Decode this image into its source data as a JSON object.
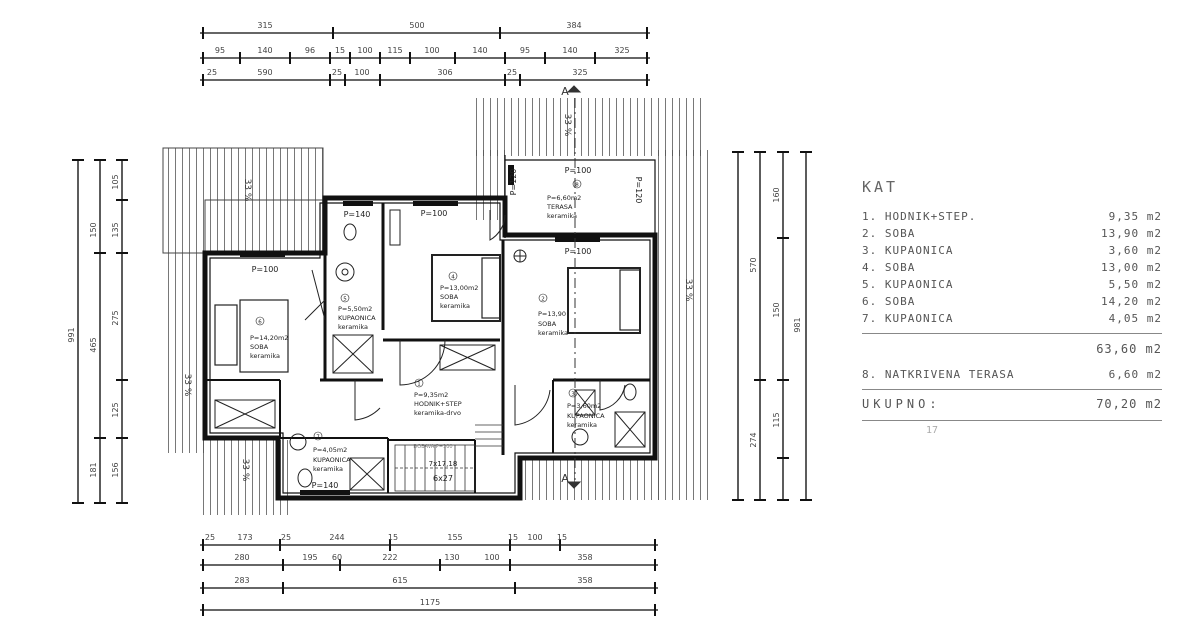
{
  "legend": {
    "title": "KAT",
    "rows": [
      {
        "label": "1.  HODNIK+STEP.",
        "area": "9,35  m2"
      },
      {
        "label": "2.  SOBA",
        "area": "13,90  m2"
      },
      {
        "label": "3.  KUPAONICA",
        "area": "3,60  m2"
      },
      {
        "label": "4.  SOBA",
        "area": "13,00  m2"
      },
      {
        "label": "5.  KUPAONICA",
        "area": "5,50  m2"
      },
      {
        "label": "6.  SOBA",
        "area": "14,20  m2"
      },
      {
        "label": "7.  KUPAONICA",
        "area": "4,05  m2"
      }
    ],
    "subtotal": "63,60  m2",
    "terrace": {
      "label": "8.  NATKRIVENA  TERASA",
      "area": "6,60  m2"
    },
    "total_label": "UKUPNO:",
    "total": "70,20  m2",
    "note": "17"
  },
  "dims": {
    "top1": [
      "315",
      "500",
      "384"
    ],
    "top2": [
      "95",
      "140",
      "96",
      "15",
      "100",
      "115",
      "100",
      "140",
      "95",
      "140",
      "325"
    ],
    "top3": [
      "25",
      "590",
      "25",
      "100",
      "306",
      "25",
      "325"
    ],
    "bot1": [
      "25",
      "173",
      "25",
      "244",
      "15",
      "155",
      "15",
      "100",
      "15"
    ],
    "bot2": [
      "280",
      "195",
      "60",
      "222",
      "130",
      "100",
      "358"
    ],
    "bot3": [
      "283",
      "615",
      "358"
    ],
    "bot4": [
      "1175"
    ],
    "left1": [
      "991"
    ],
    "left2": [
      "150",
      "465",
      "181"
    ],
    "left3": [
      "105",
      "135",
      "275",
      "125",
      "156"
    ],
    "right1": [
      "981"
    ],
    "right2": [
      "570",
      "274"
    ],
    "right3": [
      "160",
      "150",
      "115"
    ]
  },
  "roof_slopes": [
    "33 %",
    "33 %",
    "33 %",
    "33 %",
    "33 %"
  ],
  "section_marks": [
    "A",
    "A"
  ],
  "rooms": [
    {
      "num": "1",
      "area": "P=9,35m2",
      "name": "HODNIK+STEP",
      "floor": "keramika-drvo"
    },
    {
      "num": "2",
      "area": "P=13,90",
      "name": "SOBA",
      "floor": "keramika"
    },
    {
      "num": "3",
      "area": "P=3,60m2",
      "name": "KUPAONICA",
      "floor": "keramika"
    },
    {
      "num": "4",
      "area": "P=13,00m2",
      "name": "SOBA",
      "floor": "keramika"
    },
    {
      "num": "5",
      "area": "P=5,50m2",
      "name": "KUPAONICA",
      "floor": "keramika"
    },
    {
      "num": "6",
      "area": "P=14,20m2",
      "name": "SOBA",
      "floor": "keramika"
    },
    {
      "num": "7",
      "area": "P=4,05m2",
      "name": "KUPAONICA",
      "floor": "keramika"
    },
    {
      "num": "8",
      "area": "P=6,60m2",
      "name": "TERASA",
      "floor": "keramika"
    }
  ],
  "openings": [
    "P=100",
    "P=100",
    "P=100",
    "P=140",
    "P=100",
    "P=140",
    "P=120",
    "P=120"
  ],
  "stairs": {
    "top": "DOBAVA P=100",
    "s1": "7x17,18",
    "s2": "6x27"
  }
}
